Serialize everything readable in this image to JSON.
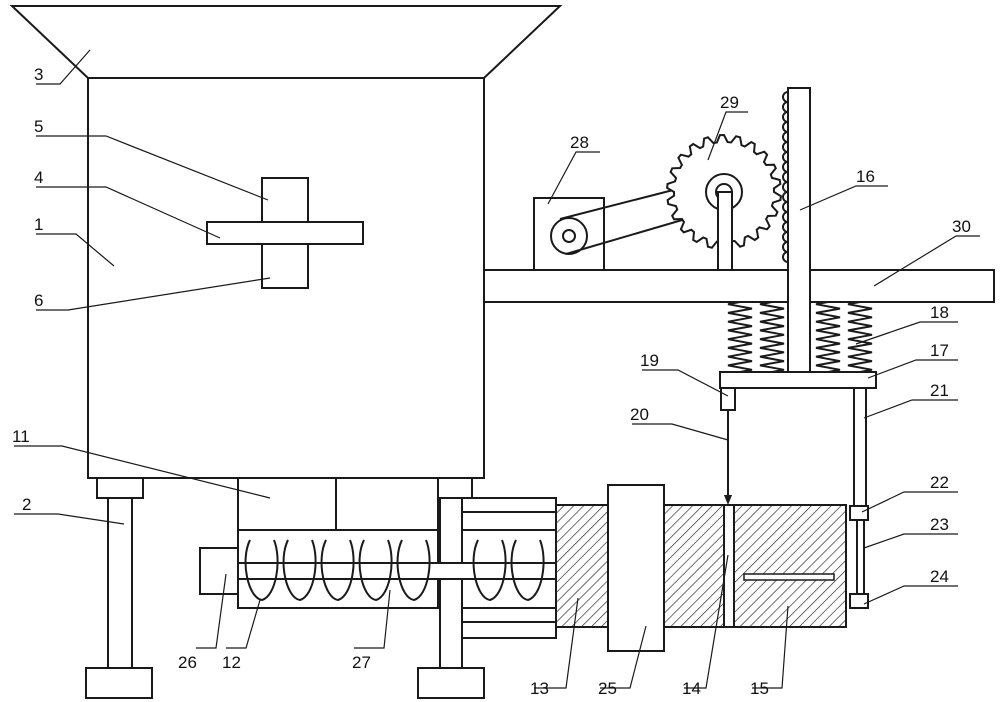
{
  "diagram": {
    "labels": {
      "l1": "1",
      "l2": "2",
      "l3": "3",
      "l4": "4",
      "l5": "5",
      "l6": "6",
      "l11": "11",
      "l12": "12",
      "l13": "13",
      "l14": "14",
      "l15": "15",
      "l16": "16",
      "l17": "17",
      "l18": "18",
      "l19": "19",
      "l20": "20",
      "l21": "21",
      "l22": "22",
      "l23": "23",
      "l24": "24",
      "l25": "25",
      "l26": "26",
      "l27": "27",
      "l28": "28",
      "l29": "29",
      "l30": "30"
    }
  }
}
